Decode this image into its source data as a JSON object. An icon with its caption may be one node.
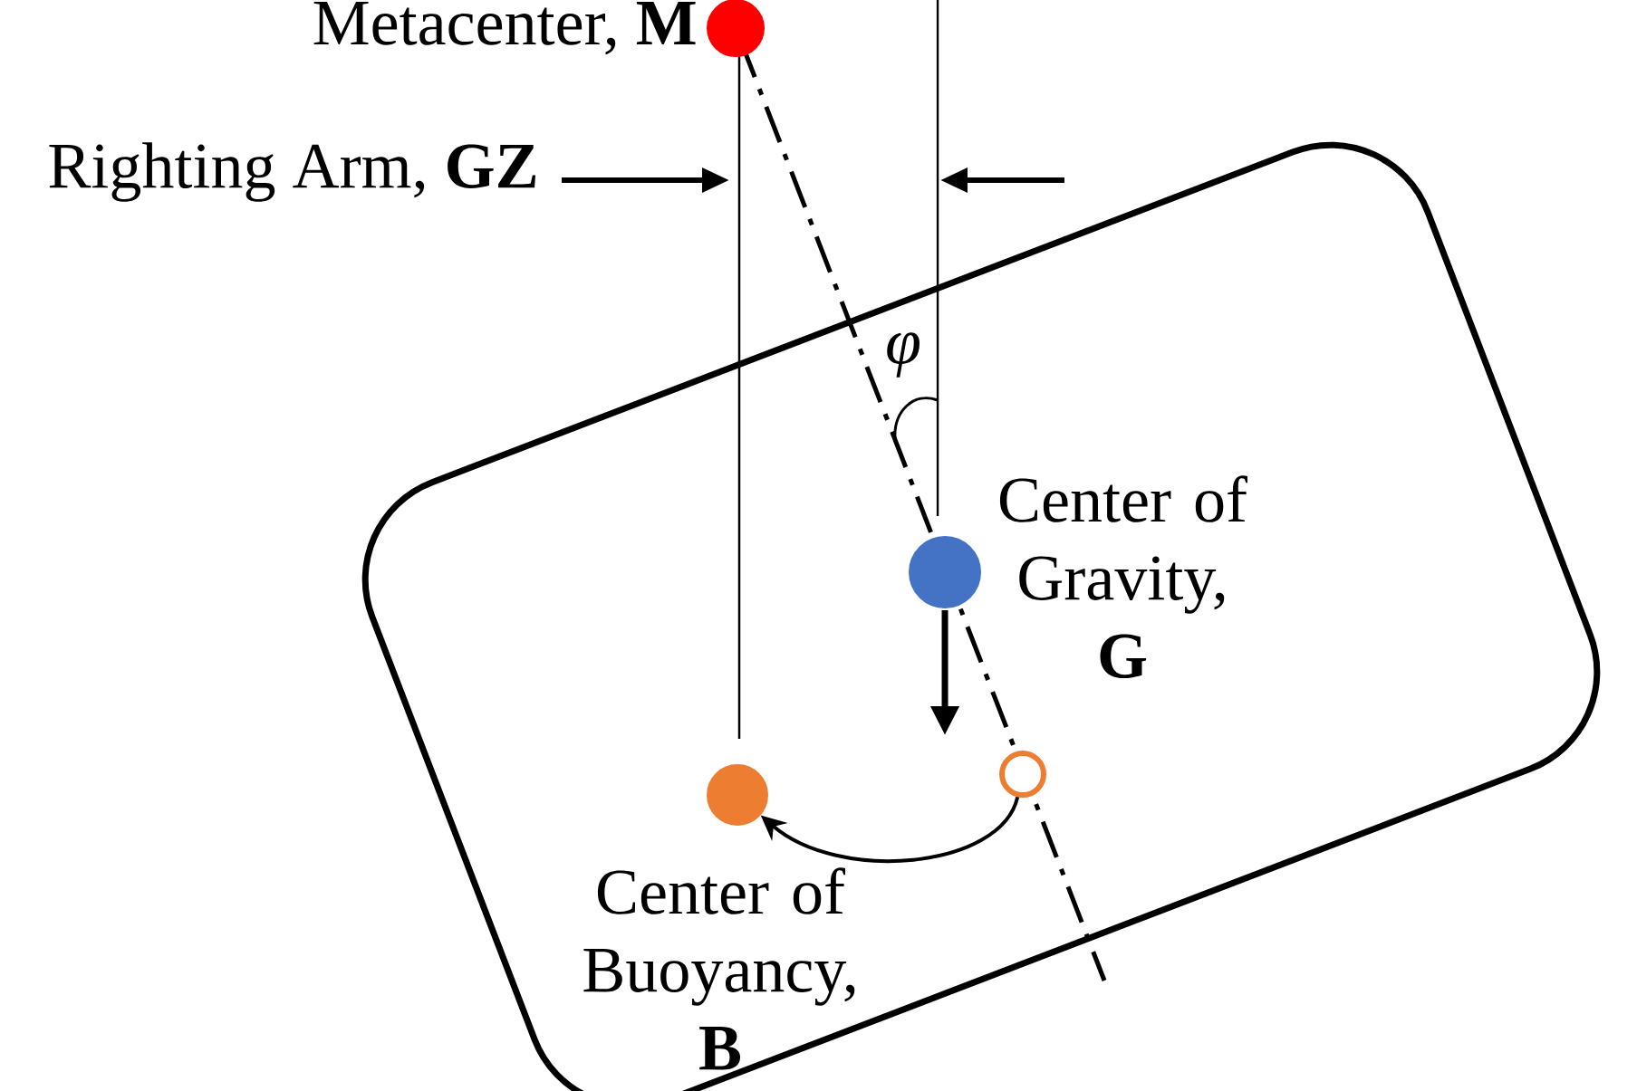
{
  "diagram": {
    "nodes": [
      {
        "text": [],
        "shape": "circle",
        "beside": [
          "Metacenter, **M**"
        ]
      },
      {
        "text": [],
        "shape": "circle",
        "beside": [
          "Center of Gravity, **G**"
        ]
      },
      {
        "text": [],
        "shape": "circle"
      },
      {
        "text": [],
        "shape": "circle",
        "beside": [
          "Center of Buoyancy, **B**"
        ]
      }
    ],
    "edges": [
      {
        "from": 2,
        "to": 3,
        "arrow": "to"
      }
    ],
    "labels": [
      "Righting Arm, **GZ**",
      "φ"
    ]
  }
}
